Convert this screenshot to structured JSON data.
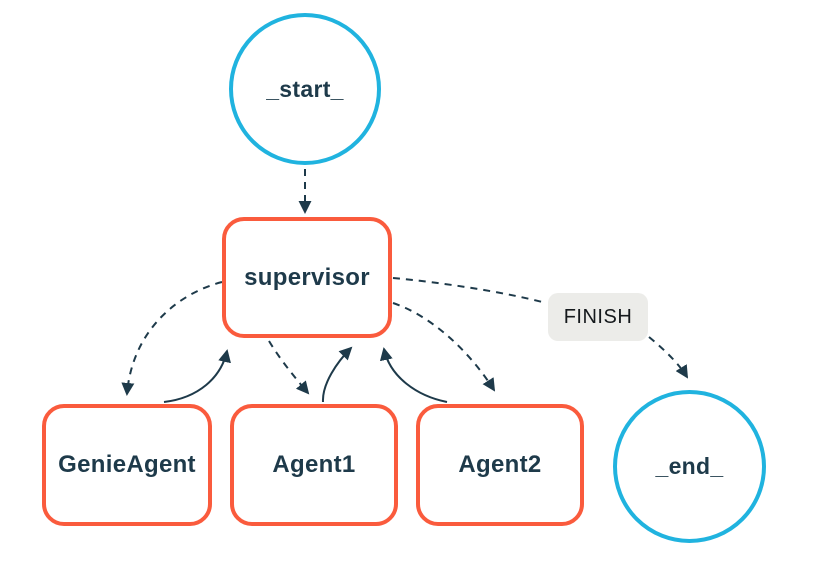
{
  "diagram": {
    "type": "agent-state-graph",
    "colors": {
      "terminal_node_border": "#20b3df",
      "agent_node_border": "#fa5b3d",
      "edge_stroke": "#1e3a4a",
      "node_text": "#1e3a4a",
      "edge_label_background": "#ecece9",
      "edge_label_text": "#15191c",
      "background": "#ffffff"
    },
    "nodes": {
      "start": {
        "label": "_start_",
        "shape": "circle"
      },
      "supervisor": {
        "label": "supervisor",
        "shape": "rounded-rect"
      },
      "genie": {
        "label": "GenieAgent",
        "shape": "rounded-rect"
      },
      "agent1": {
        "label": "Agent1",
        "shape": "rounded-rect"
      },
      "agent2": {
        "label": "Agent2",
        "shape": "rounded-rect"
      },
      "end": {
        "label": "_end_",
        "shape": "circle"
      }
    },
    "edges": [
      {
        "from": "_start_",
        "to": "supervisor",
        "style": "dashed",
        "label": ""
      },
      {
        "from": "supervisor",
        "to": "GenieAgent",
        "style": "dashed",
        "label": ""
      },
      {
        "from": "GenieAgent",
        "to": "supervisor",
        "style": "solid",
        "label": ""
      },
      {
        "from": "supervisor",
        "to": "Agent1",
        "style": "dashed",
        "label": ""
      },
      {
        "from": "Agent1",
        "to": "supervisor",
        "style": "solid",
        "label": ""
      },
      {
        "from": "supervisor",
        "to": "Agent2",
        "style": "dashed",
        "label": ""
      },
      {
        "from": "Agent2",
        "to": "supervisor",
        "style": "solid",
        "label": ""
      },
      {
        "from": "supervisor",
        "to": "_end_",
        "style": "dashed",
        "label": "FINISH"
      }
    ]
  }
}
